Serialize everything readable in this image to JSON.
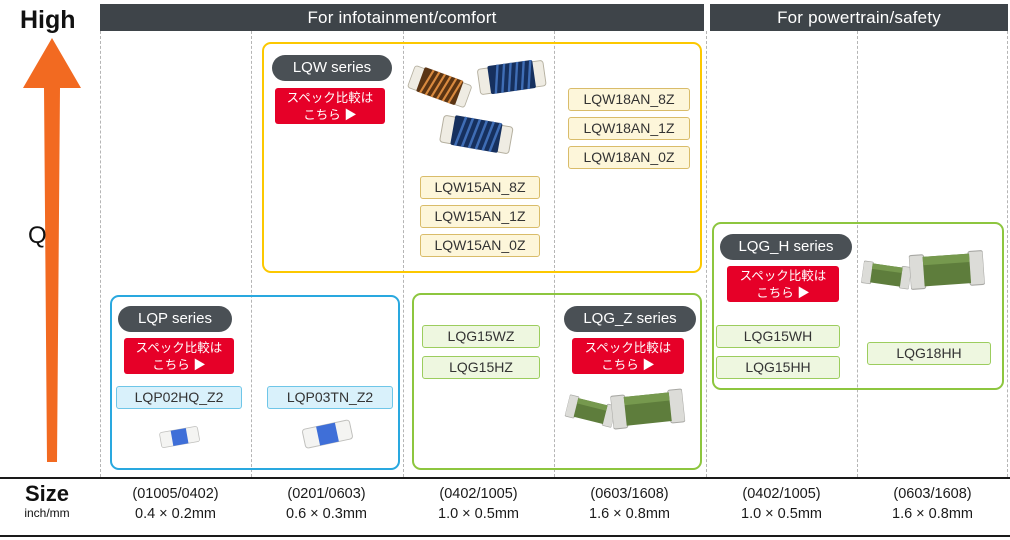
{
  "headers": {
    "infotainment": "For infotainment/comfort",
    "powertrain": "For powertrain/safety"
  },
  "axis": {
    "high": "High",
    "q": "Q",
    "size": "Size",
    "size_unit": "inch/mm"
  },
  "size_columns": [
    {
      "inch": "(01005/0402)",
      "mm": "0.4 × 0.2mm"
    },
    {
      "inch": "(0201/0603)",
      "mm": "0.6 × 0.3mm"
    },
    {
      "inch": "(0402/1005)",
      "mm": "1.0 × 0.5mm"
    },
    {
      "inch": "(0603/1608)",
      "mm": "1.6 × 0.8mm"
    },
    {
      "inch": "(0402/1005)",
      "mm": "1.0 × 0.5mm"
    },
    {
      "inch": "(0603/1608)",
      "mm": "1.6 × 0.8mm"
    }
  ],
  "spec_button": {
    "line1": "スペック比較は",
    "line2": "こちら ▶"
  },
  "groups": {
    "lqw": {
      "title": "LQW series",
      "parts_18": [
        "LQW18AN_8Z",
        "LQW18AN_1Z",
        "LQW18AN_0Z"
      ],
      "parts_15": [
        "LQW15AN_8Z",
        "LQW15AN_1Z",
        "LQW15AN_0Z"
      ]
    },
    "lqp": {
      "title": "LQP series",
      "parts": [
        "LQP02HQ_Z2",
        "LQP03TN_Z2"
      ]
    },
    "lqg_z": {
      "title": "LQG_Z series",
      "parts": [
        "LQG15WZ",
        "LQG15HZ"
      ]
    },
    "lqg_h": {
      "title": "LQG_H series",
      "parts": [
        "LQG15WH",
        "LQG15HH",
        "LQG18HH"
      ]
    }
  },
  "colors": {
    "header_bg": "#3e4449",
    "accent_orange": "#f26a21",
    "button_red": "#e60028",
    "badge_bg": "#4a5055",
    "lqw_border": "#fcc800",
    "lqp_border": "#29a8df",
    "lqg_border": "#8dc63f"
  }
}
